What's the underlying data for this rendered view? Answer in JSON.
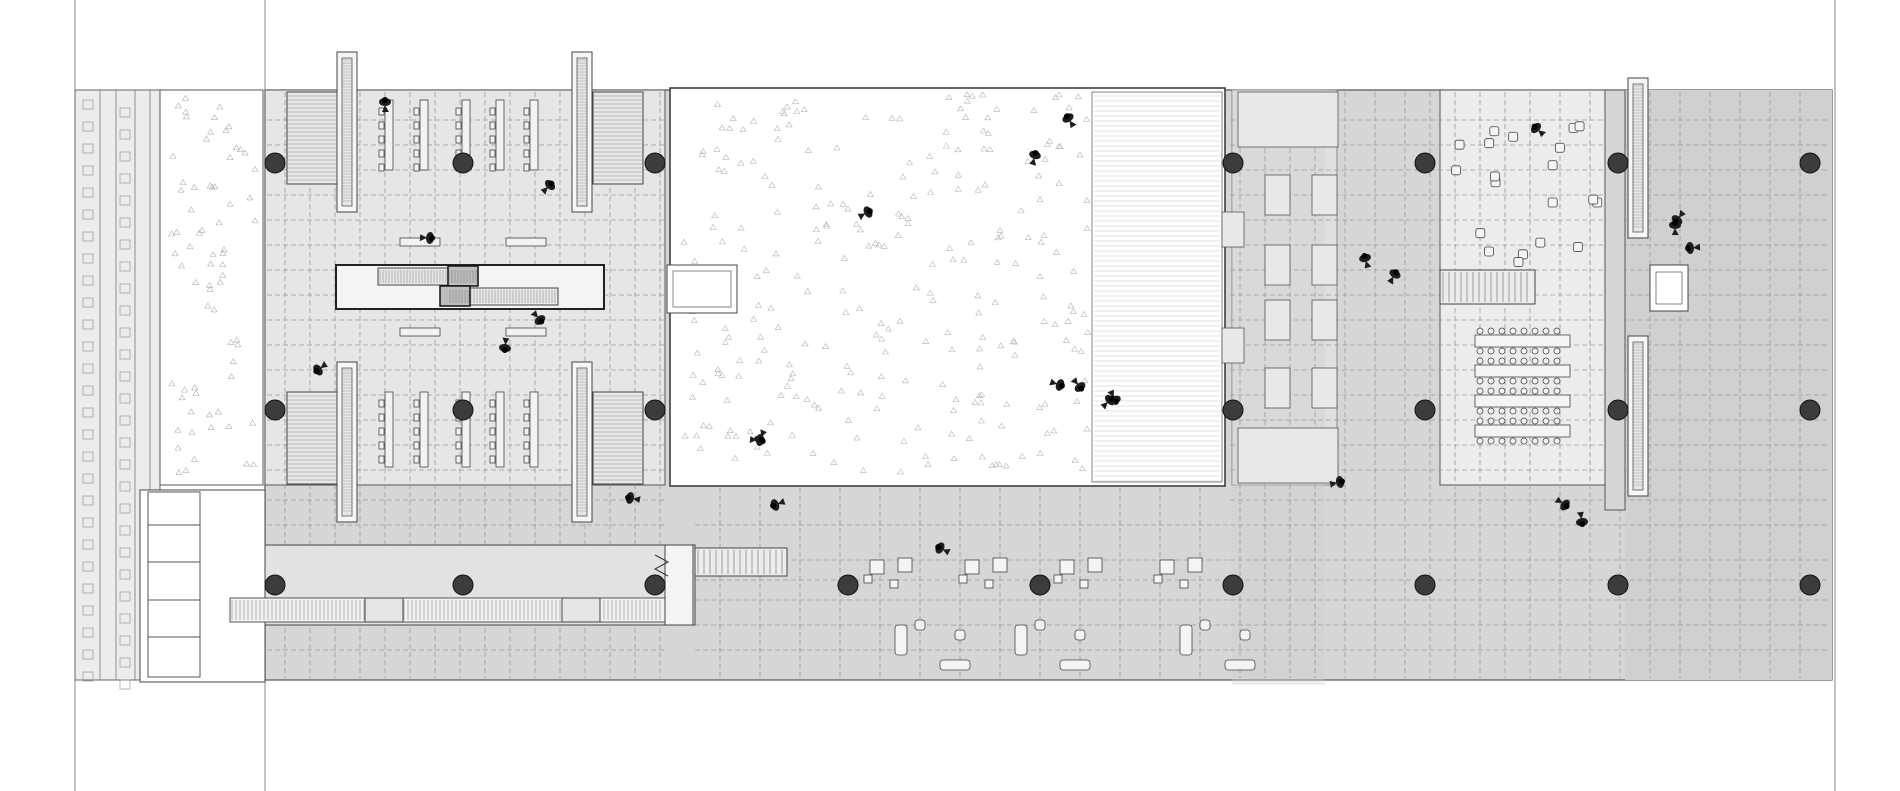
{
  "drawing": {
    "kind": "architectural floor plan",
    "text_labels": []
  },
  "palette": {
    "background": "#ffffff",
    "floor": "#d6d6d6",
    "bay": "#e4e4e4",
    "light_zone": "#ececec",
    "atrium": "#ffffff",
    "line": "#555555",
    "grid": "#9a9a9a",
    "column": "#3c3c3c",
    "figure": "#1e1e1e"
  },
  "elements": {
    "column_count": 24,
    "escalator_count": 5,
    "stair_count": 6,
    "person_count": 27,
    "furniture_groups": 6
  }
}
